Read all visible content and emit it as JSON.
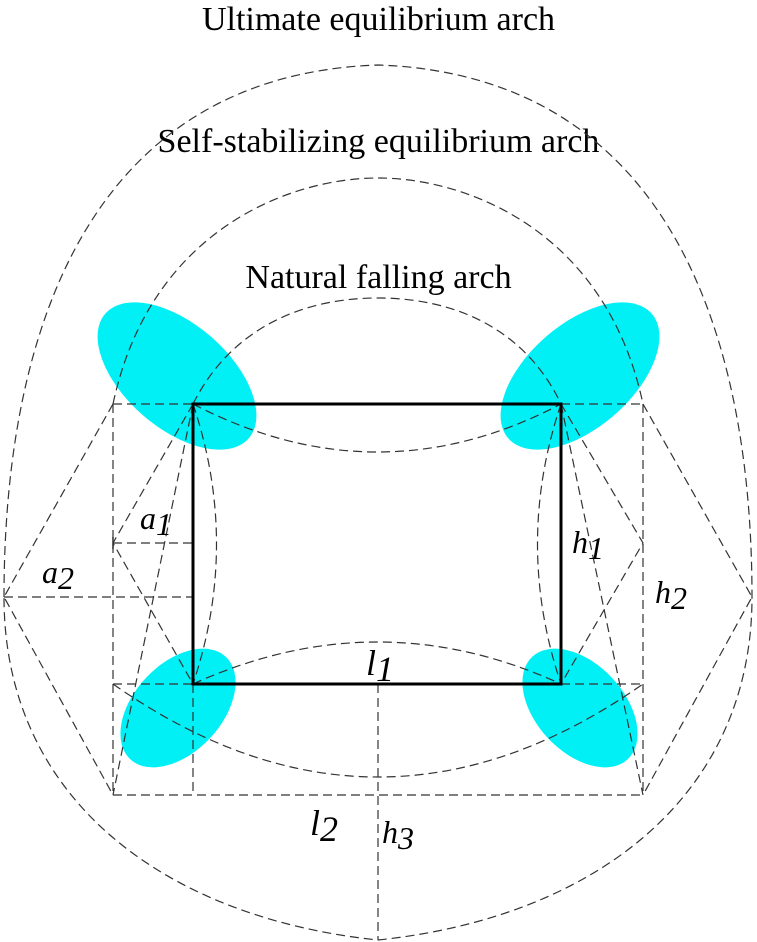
{
  "labels": {
    "ultimate": "Ultimate equilibrium arch",
    "self_stabilizing": "Self-stabilizing equilibrium arch",
    "natural": "Natural falling arch"
  },
  "symbols": {
    "a1": {
      "base": "a",
      "sub": "1"
    },
    "a2": {
      "base": "a",
      "sub": "2"
    },
    "h1": {
      "base": "h",
      "sub": "1"
    },
    "h2": {
      "base": "h",
      "sub": "2"
    },
    "h3": {
      "base": "h",
      "sub": "3"
    },
    "l1": {
      "base": "l",
      "sub": "1"
    },
    "l2": {
      "base": "l",
      "sub": "2"
    }
  },
  "colors": {
    "zone_fill": "#00f0f6",
    "line": "#333333",
    "rect": "#000000"
  }
}
